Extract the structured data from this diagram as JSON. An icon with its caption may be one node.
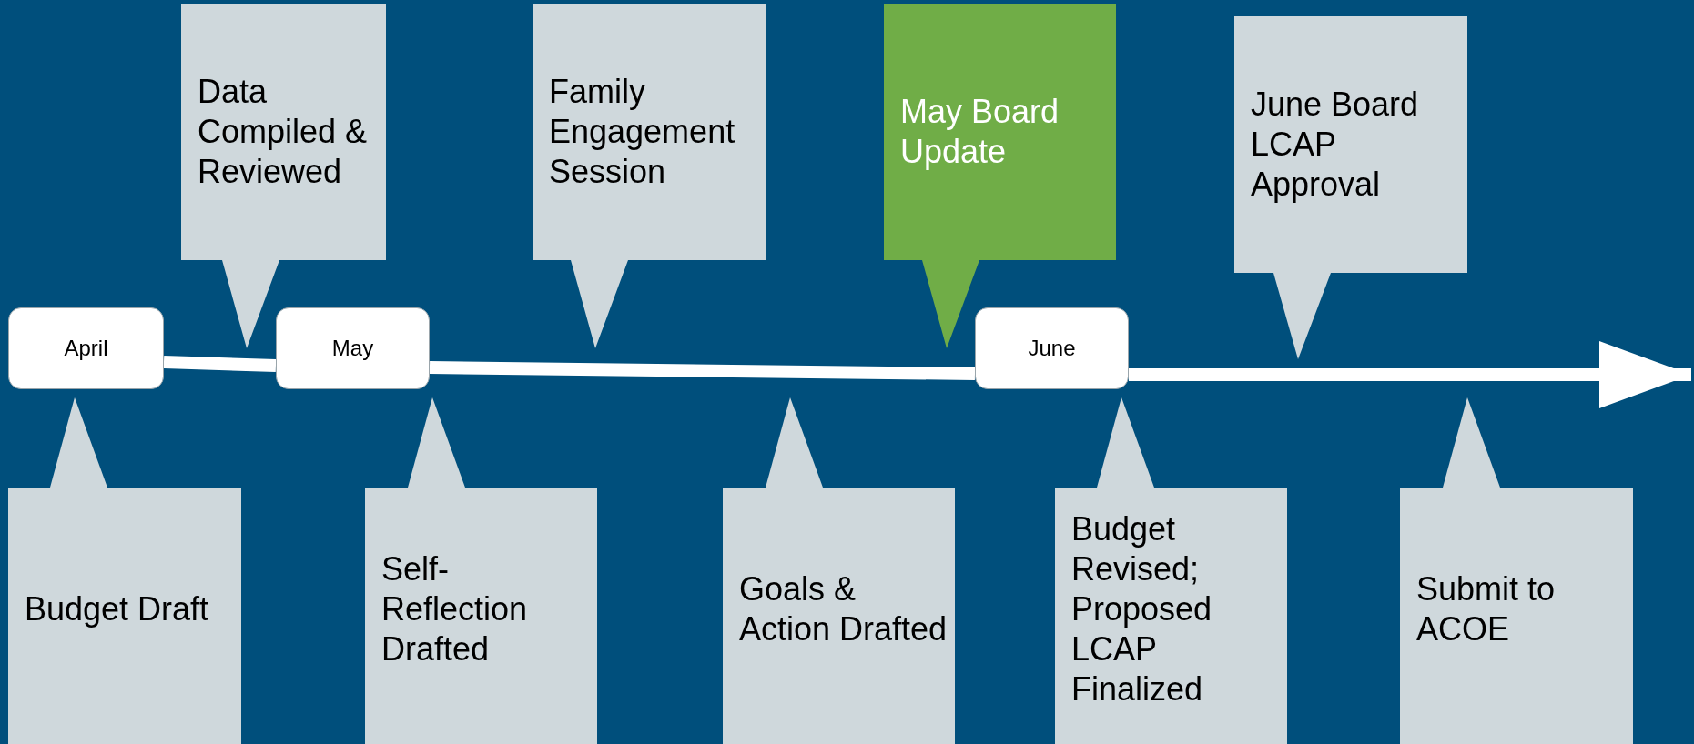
{
  "diagram": {
    "nodes": [
      {
        "text": [
          "Data Compiled & Reviewed"
        ]
      },
      {
        "text": [
          "Family Engagement Session"
        ]
      },
      {
        "text": [
          "May Board Update"
        ]
      },
      {
        "text": [
          "June Board LCAP Approval"
        ]
      },
      {
        "text": [
          "April"
        ]
      },
      {
        "text": [
          "May"
        ]
      },
      {
        "text": [
          "June"
        ]
      },
      {
        "text": [
          "Budget Draft"
        ]
      },
      {
        "text": [
          "Self-Reflection Drafted"
        ]
      },
      {
        "text": [
          "Goals & Action Drafted"
        ]
      },
      {
        "text": [
          "Budget Revised; Proposed LCAP Finalized"
        ]
      },
      {
        "text": [
          "Submit to ACOE"
        ]
      }
    ],
    "edges": [
      {
        "from": 4,
        "to": 5,
        "arrow": "none"
      },
      {
        "from": 5,
        "to": 6,
        "arrow": "none"
      },
      {
        "from": 6,
        "to": null,
        "arrow": "to"
      }
    ]
  }
}
